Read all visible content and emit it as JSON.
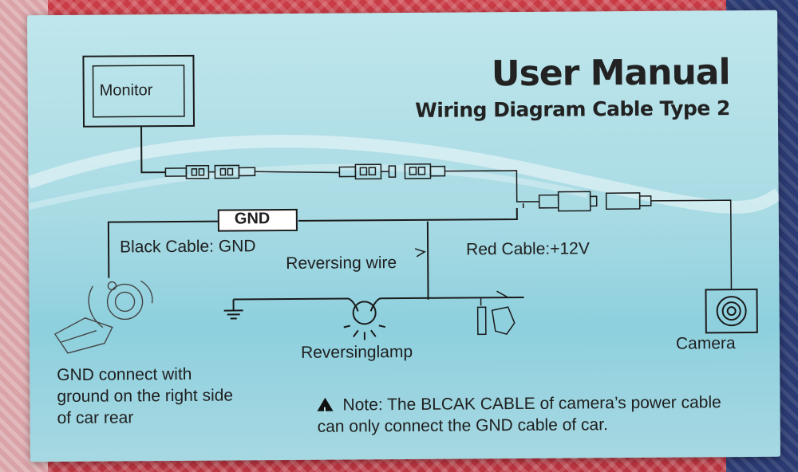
{
  "header": {
    "title": "User Manual",
    "subtitle": "Wiring Diagram Cable Type 2"
  },
  "components": {
    "monitor": "Monitor",
    "gnd_tag": "GND",
    "camera": "Camera",
    "reversing_lamp": "Reversinglamp"
  },
  "cable_labels": {
    "black_cable": "Black Cable: GND",
    "reversing_wire": "Reversing wire",
    "red_cable": "Red Cable:+12V"
  },
  "gnd_instruction": "GND connect with ground on the right side of car rear",
  "note": {
    "icon": "warning-triangle-icon",
    "text": "Note: The BLCAK CABLE of camera’s power cable can only connect the GND cable of car."
  },
  "colors": {
    "card_bg": "#a9dbe4",
    "wire": "#1a1a1a"
  }
}
